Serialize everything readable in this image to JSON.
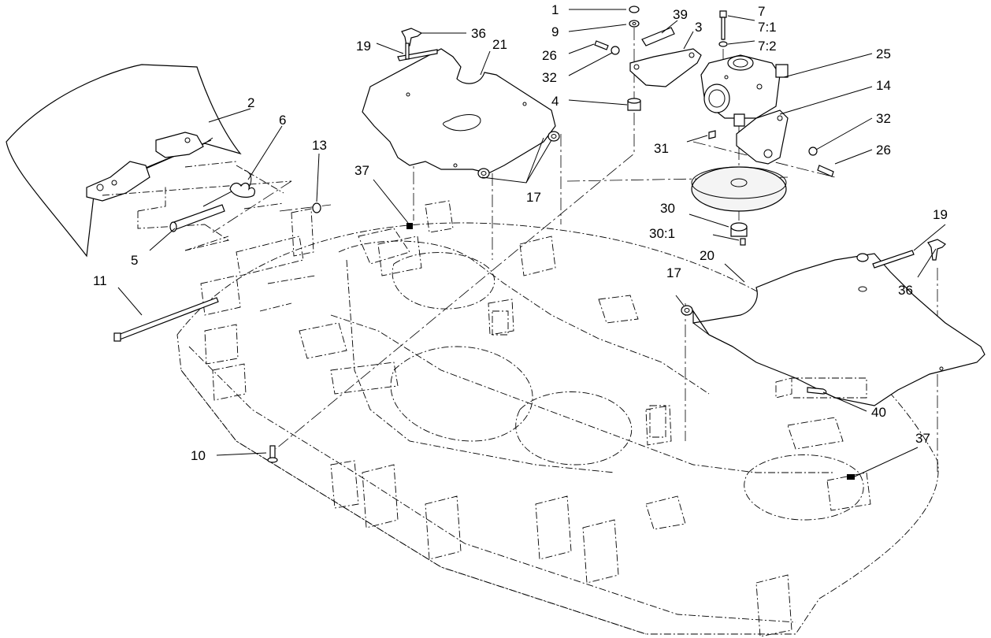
{
  "labels": [
    "1",
    "9",
    "26",
    "32",
    "4",
    "39",
    "3",
    "7",
    "7:1",
    "7:2",
    "25",
    "14",
    "32",
    "31",
    "26",
    "19",
    "36",
    "21",
    "2",
    "6",
    "13",
    "37",
    "17",
    "5",
    "11",
    "30",
    "30:1",
    "19",
    "20",
    "17",
    "36",
    "40",
    "37",
    "10"
  ]
}
